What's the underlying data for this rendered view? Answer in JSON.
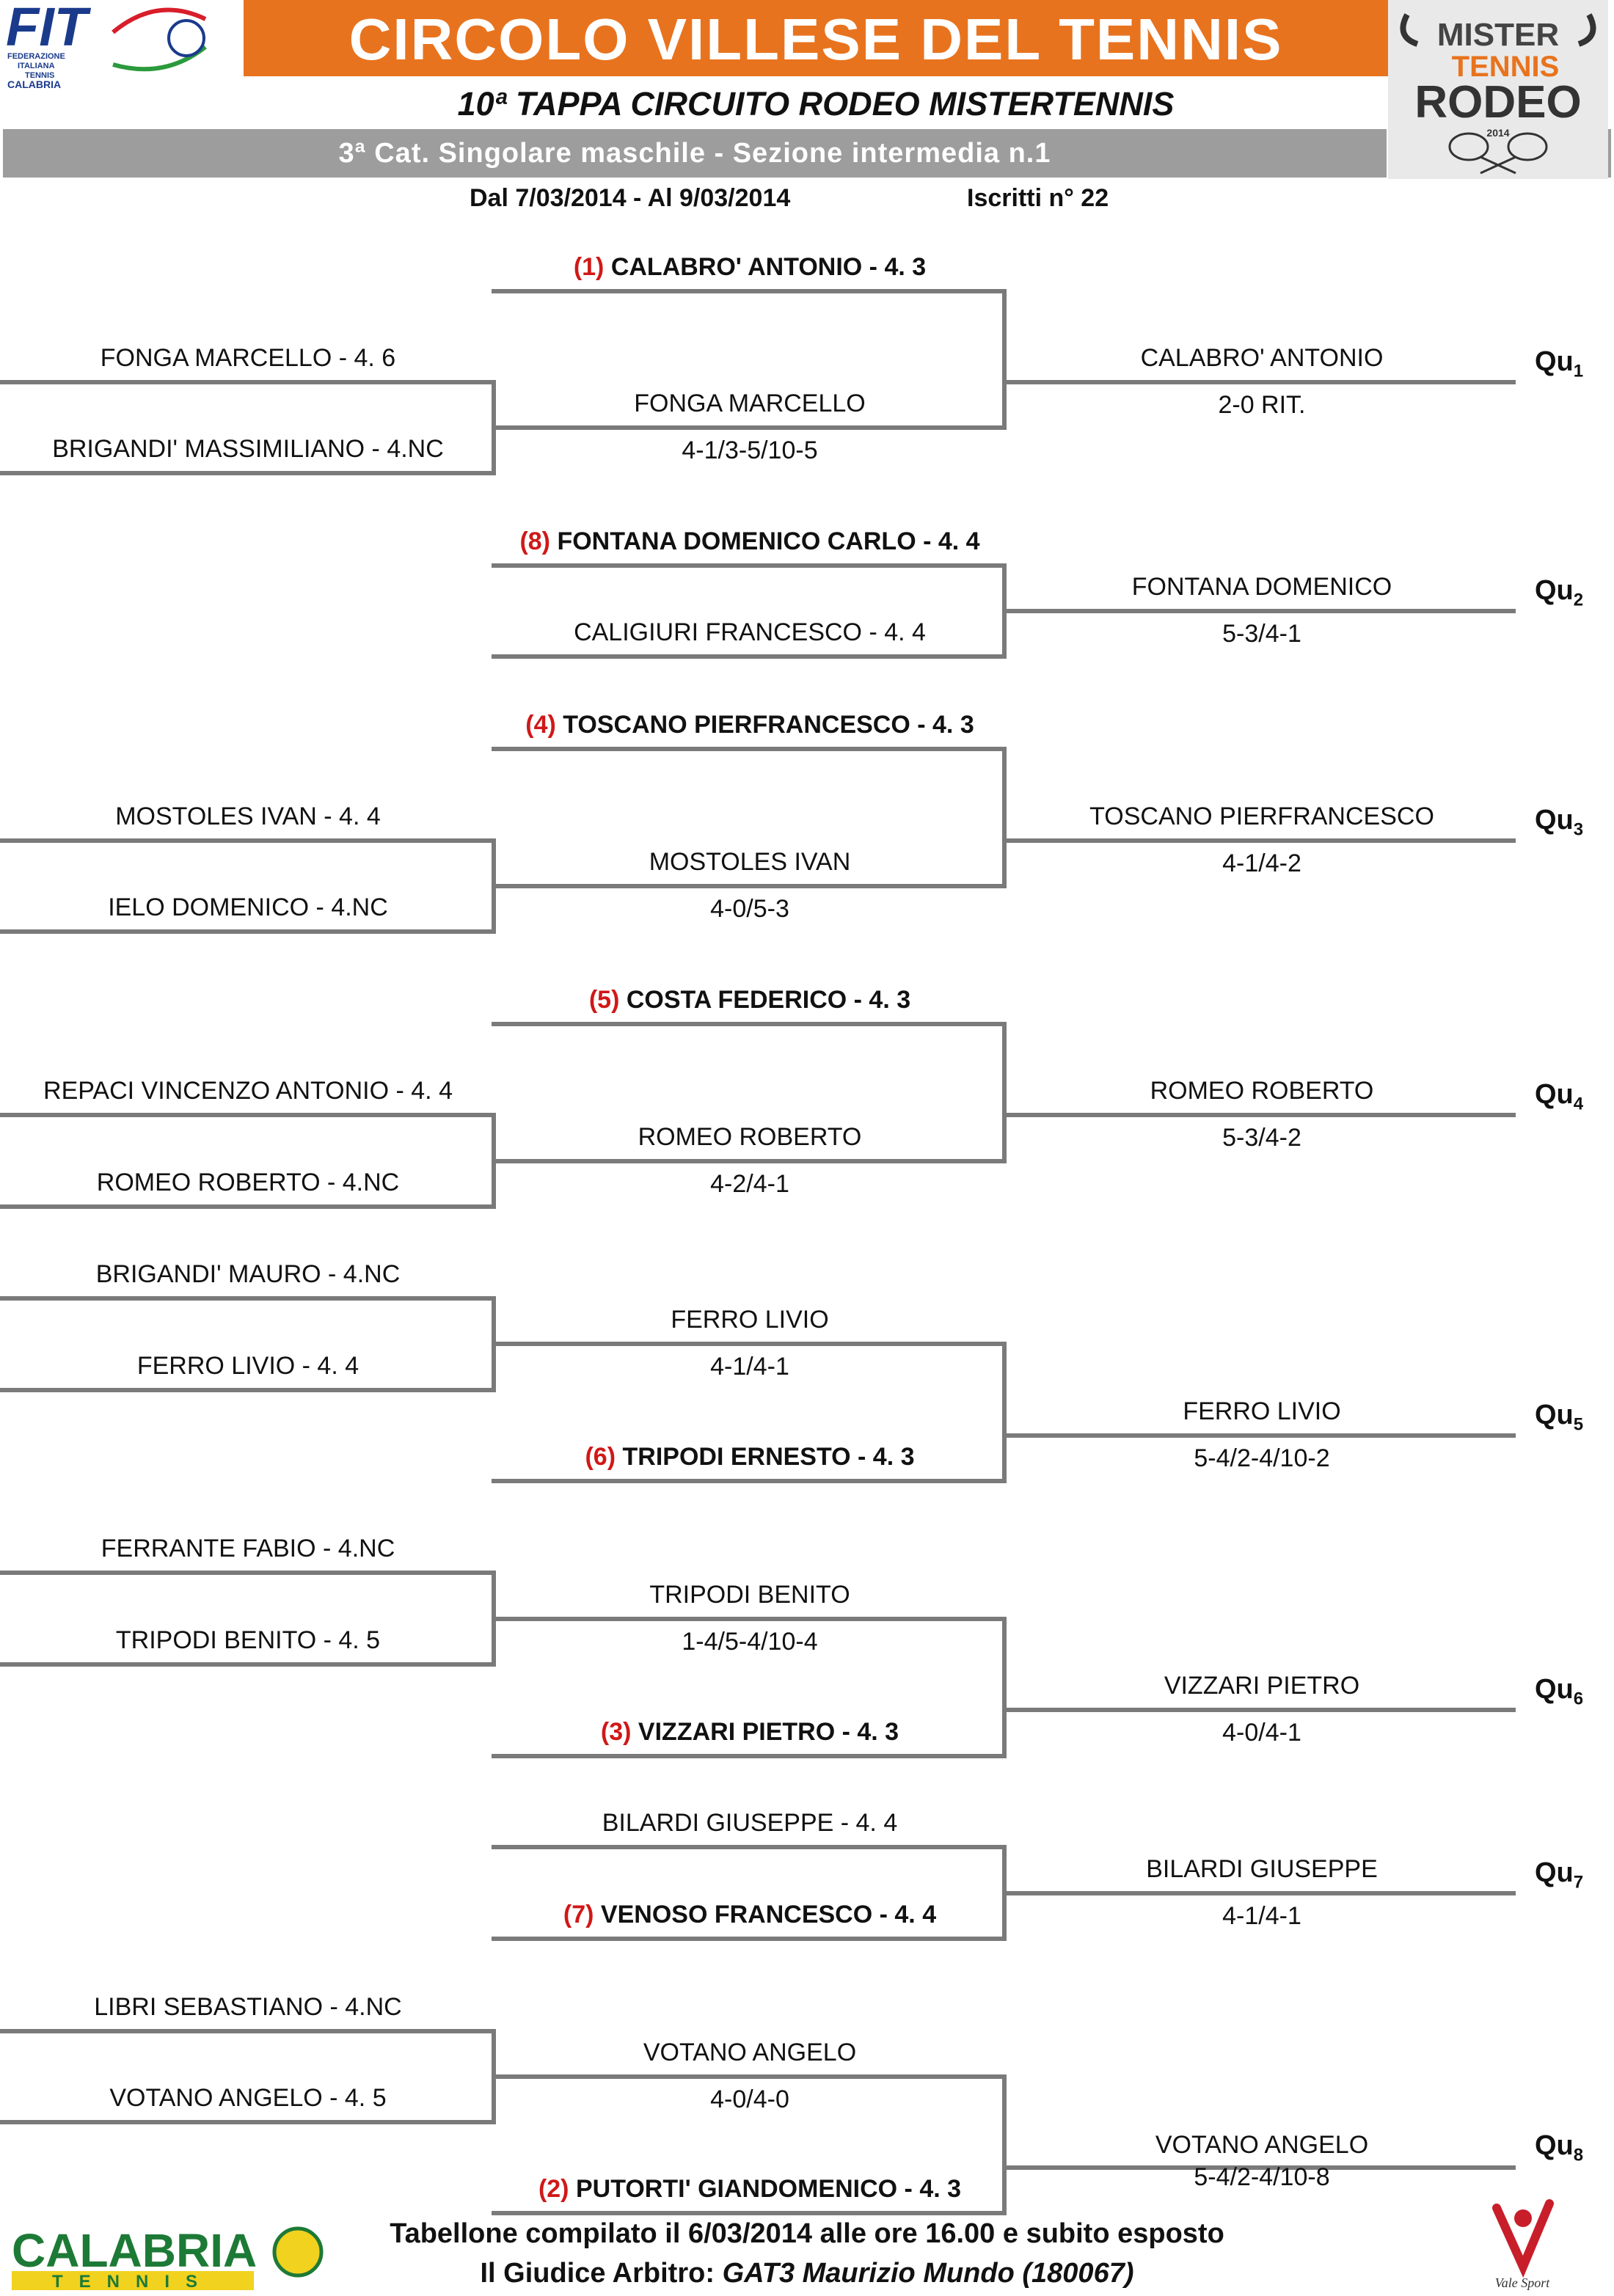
{
  "header": {
    "fit_logo_text": "FIT",
    "fit_logo_sub": [
      "FEDERAZIONE",
      "ITALIANA",
      "TENNIS"
    ],
    "fit_logo_region": "CALABRIA",
    "title": "CIRCOLO VILLESE DEL TENNIS",
    "subtitle": "10ª TAPPA CIRCUITO RODEO MISTERTENNIS",
    "category": "3ª Cat. Singolare maschile - Sezione intermedia n.1",
    "dates": "Dal 7/03/2014 - Al 9/03/2014",
    "iscritti": "Iscritti n° 22",
    "rodeo_logo": [
      "MISTER",
      "TENNIS",
      "RODEO",
      "2014"
    ]
  },
  "bracket": {
    "col1": {
      "fonga": "FONGA MARCELLO - 4. 6",
      "brigandi_m": "BRIGANDI' MASSIMILIANO - 4.NC",
      "mostoles": "MOSTOLES IVAN - 4. 4",
      "ielo": "IELO DOMENICO - 4.NC",
      "repaci": "REPACI VINCENZO ANTONIO - 4. 4",
      "romeo": "ROMEO ROBERTO - 4.NC",
      "brigandi_mauro": "BRIGANDI' MAURO - 4.NC",
      "ferro": "FERRO LIVIO - 4. 4",
      "ferrante": "FERRANTE FABIO - 4.NC",
      "tripodi_b": "TRIPODI BENITO - 4. 5",
      "libri": "LIBRI SEBASTIANO - 4.NC",
      "votano": "VOTANO ANGELO - 4. 5"
    },
    "col2": {
      "calabro_seed": "(1)",
      "calabro": "CALABRO' ANTONIO - 4. 3",
      "fonga_w": "FONGA MARCELLO",
      "fonga_score": "4-1/3-5/10-5",
      "fontana_seed": "(8)",
      "fontana": "FONTANA DOMENICO CARLO - 4. 4",
      "caligiuri": "CALIGIURI FRANCESCO - 4. 4",
      "toscano_seed": "(4)",
      "toscano": "TOSCANO PIERFRANCESCO - 4. 3",
      "mostoles_w": "MOSTOLES IVAN",
      "mostoles_score": "4-0/5-3",
      "costa_seed": "(5)",
      "costa": "COSTA FEDERICO - 4. 3",
      "romeo_w": "ROMEO ROBERTO",
      "romeo_score": "4-2/4-1",
      "ferro_w": "FERRO LIVIO",
      "ferro_score": "4-1/4-1",
      "tripodi_e_seed": "(6)",
      "tripodi_e": "TRIPODI ERNESTO - 4. 3",
      "tripodi_b_w": "TRIPODI BENITO",
      "tripodi_b_score": "1-4/5-4/10-4",
      "vizzari_seed": "(3)",
      "vizzari": "VIZZARI PIETRO - 4. 3",
      "bilardi": "BILARDI GIUSEPPE - 4. 4",
      "venoso_seed": "(7)",
      "venoso": "VENOSO FRANCESCO - 4. 4",
      "votano_w": "VOTANO ANGELO",
      "votano_score": "4-0/4-0",
      "putorti_seed": "(2)",
      "putorti": "PUTORTI' GIANDOMENICO - 4. 3"
    },
    "col3": {
      "qu1_name": "CALABRO' ANTONIO",
      "qu1_score": "2-0 RIT.",
      "qu2_name": "FONTANA DOMENICO",
      "qu2_score": "5-3/4-1",
      "qu3_name": "TOSCANO PIERFRANCESCO",
      "qu3_score": "4-1/4-2",
      "qu4_name": "ROMEO ROBERTO",
      "qu4_score": "5-3/4-2",
      "qu5_name": "FERRO LIVIO",
      "qu5_score": "5-4/2-4/10-2",
      "qu6_name": "VIZZARI PIETRO",
      "qu6_score": "4-0/4-1",
      "qu7_name": "BILARDI GIUSEPPE",
      "qu7_score": "4-1/4-1",
      "qu8_name": "VOTANO ANGELO",
      "qu8_score": "5-4/2-4/10-8"
    },
    "qu": {
      "prefix": "Qu",
      "n1": "1",
      "n2": "2",
      "n3": "3",
      "n4": "4",
      "n5": "5",
      "n6": "6",
      "n7": "7",
      "n8": "8"
    }
  },
  "footer": {
    "line1": "Tabellone compilato il 6/03/2014 alle ore 16.00 e subito esposto",
    "line2_prefix": "Il Giudice Arbitro: ",
    "line2_name": "GAT3 Maurizio Mundo (180067)",
    "calabria_logo": [
      "CALABRIA",
      "TENNIS"
    ],
    "vale_logo": "Vale Sport"
  },
  "colors": {
    "orange": "#e8731e",
    "grey": "#9d9d9d",
    "seed_red": "#d01818",
    "line": "#7a7a7a"
  }
}
